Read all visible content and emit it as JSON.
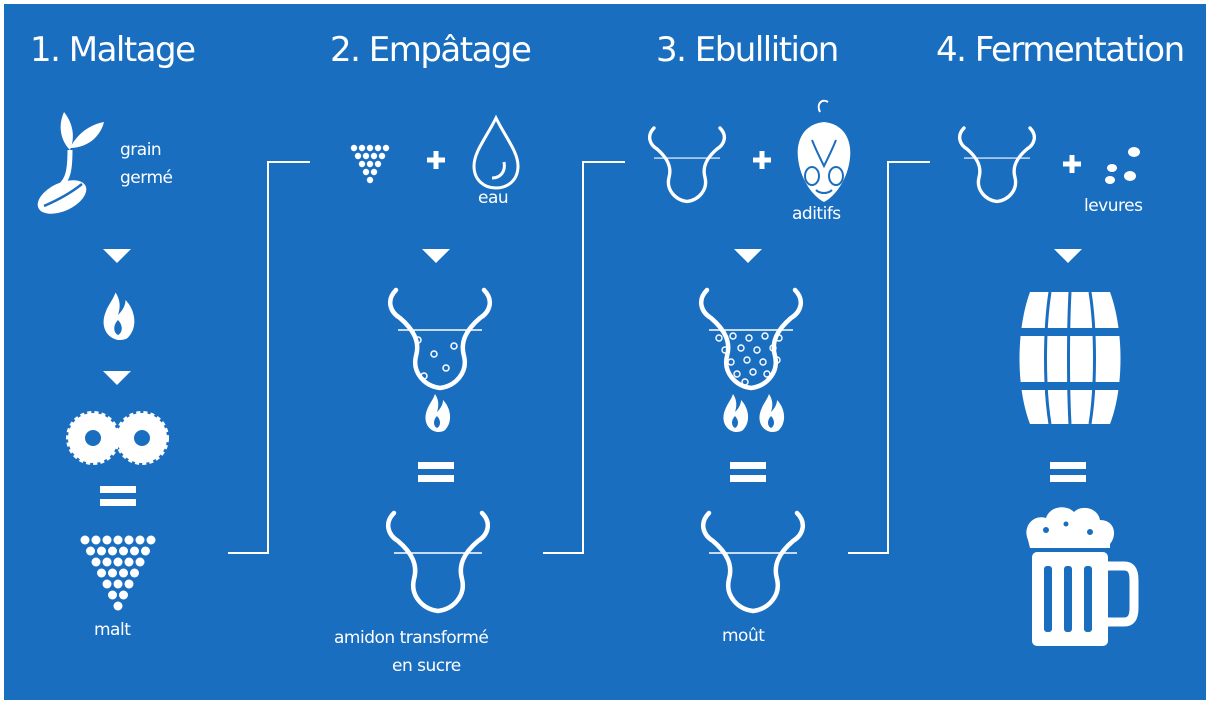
{
  "steps": [
    {
      "title": "1. Maltage"
    },
    {
      "title": "2. Empâtage"
    },
    {
      "title": "3. Ebullition"
    },
    {
      "title": "4. Fermentation"
    }
  ],
  "labels": {
    "grain_line1": "grain",
    "grain_line2": "germé",
    "malt": "malt",
    "eau": "eau",
    "amidon_line1": "amidon transformé",
    "amidon_line2": "en sucre",
    "aditifs": "aditifs",
    "mout": "moût",
    "levures": "levures"
  },
  "colors": {
    "background": "#1a6ec0",
    "foreground": "#ffffff"
  },
  "icons": [
    "sprout-icon",
    "fire-icon",
    "grinder-icon",
    "malt-grains-icon",
    "water-drop-icon",
    "pot-icon",
    "hop-icon",
    "yeast-icon",
    "barrel-icon",
    "beer-mug-icon"
  ]
}
